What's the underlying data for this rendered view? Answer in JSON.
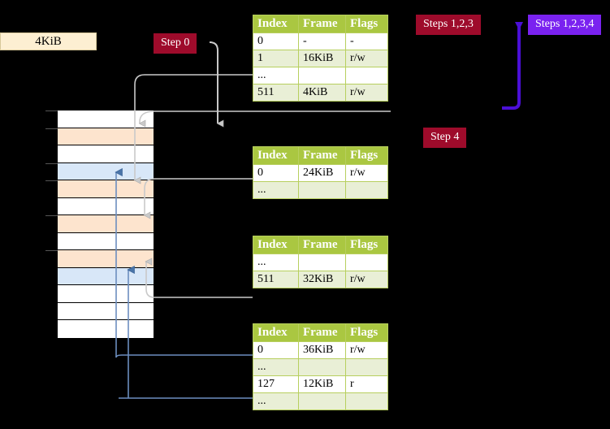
{
  "labels": {
    "kib_box": "4KiB",
    "step0": "Step 0",
    "steps123": "Steps 1,2,3",
    "steps1234": "Steps 1,2,3,4",
    "step4": "Step 4"
  },
  "colors": {
    "badge_red": "#9e0b2b",
    "badge_violet": "#7a22f0",
    "table_header_green": "#aac741",
    "table_alt_row": "#e9efd6",
    "highlight_yellow": "#fbf8a0",
    "memory_peach": "#fde4ce",
    "memory_blue": "#d8e7f8",
    "kib_box_bg": "#fdefd2",
    "gray_arrow": "#bdbdbd",
    "blue_arrow": "#6c8ebf"
  },
  "table_columns": [
    "Index",
    "Frame",
    "Flags"
  ],
  "tables": [
    {
      "name": "pml4-table",
      "rows": [
        {
          "index": "0",
          "frame": "-",
          "flags": "-",
          "style": "plain",
          "highlight": false
        },
        {
          "index": "1",
          "frame": "16KiB",
          "flags": "r/w",
          "style": "alt",
          "highlight": false
        },
        {
          "index": "...",
          "frame": "",
          "flags": "",
          "style": "plain",
          "highlight": false
        },
        {
          "index": "511",
          "frame": "4KiB",
          "flags": "r/w",
          "style": "alt",
          "highlight": true
        }
      ]
    },
    {
      "name": "pdpt-table",
      "rows": [
        {
          "index": "0",
          "frame": "24KiB",
          "flags": "r/w",
          "style": "plain",
          "highlight": false
        },
        {
          "index": "...",
          "frame": "",
          "flags": "",
          "style": "alt",
          "highlight": false
        }
      ]
    },
    {
      "name": "pd-table",
      "rows": [
        {
          "index": "...",
          "frame": "",
          "flags": "",
          "style": "plain",
          "highlight": false
        },
        {
          "index": "511",
          "frame": "32KiB",
          "flags": "r/w",
          "style": "alt",
          "highlight": false
        }
      ]
    },
    {
      "name": "pt-table",
      "rows": [
        {
          "index": "0",
          "frame": "36KiB",
          "flags": "r/w",
          "style": "plain",
          "highlight": false
        },
        {
          "index": "...",
          "frame": "",
          "flags": "",
          "style": "alt",
          "highlight": false
        },
        {
          "index": "127",
          "frame": "12KiB",
          "flags": "r",
          "style": "plain",
          "highlight": false
        },
        {
          "index": "...",
          "frame": "",
          "flags": "",
          "style": "alt",
          "highlight": false
        }
      ]
    }
  ],
  "memory_rows": [
    {
      "fill": "white"
    },
    {
      "fill": "peach"
    },
    {
      "fill": "white"
    },
    {
      "fill": "blue"
    },
    {
      "fill": "peach"
    },
    {
      "fill": "white"
    },
    {
      "fill": "peach"
    },
    {
      "fill": "white"
    },
    {
      "fill": "peach"
    },
    {
      "fill": "blue"
    },
    {
      "fill": "white"
    },
    {
      "fill": "white"
    },
    {
      "fill": "white"
    }
  ]
}
